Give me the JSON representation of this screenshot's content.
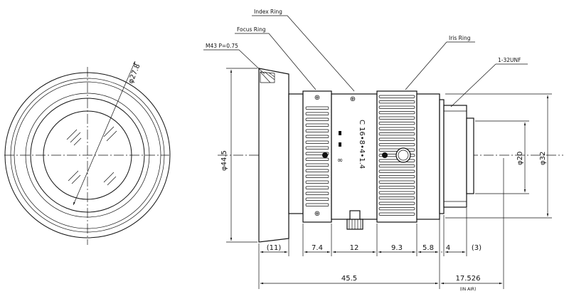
{
  "callouts": {
    "index_ring": "Index Ring",
    "focus_ring": "Focus Ring",
    "iris_ring": "Iris Ring",
    "thread_m43": "M43 P=0.75",
    "thread_unf": "1-32UNF"
  },
  "diameters": {
    "front_view": "φ27.8",
    "body": "φ44.5",
    "mount_inner": "φ20",
    "mount_outer": "φ32"
  },
  "segment_dims": [
    "(11)",
    "7.4",
    "12",
    "9.3",
    "5.8",
    "4",
    "(3)"
  ],
  "total_dims": {
    "overall_length": "45.5",
    "flange_back": "17.526",
    "flange_back_note": "(IN AIR)"
  },
  "iris_scale": "C 16•8•4•1.4"
}
